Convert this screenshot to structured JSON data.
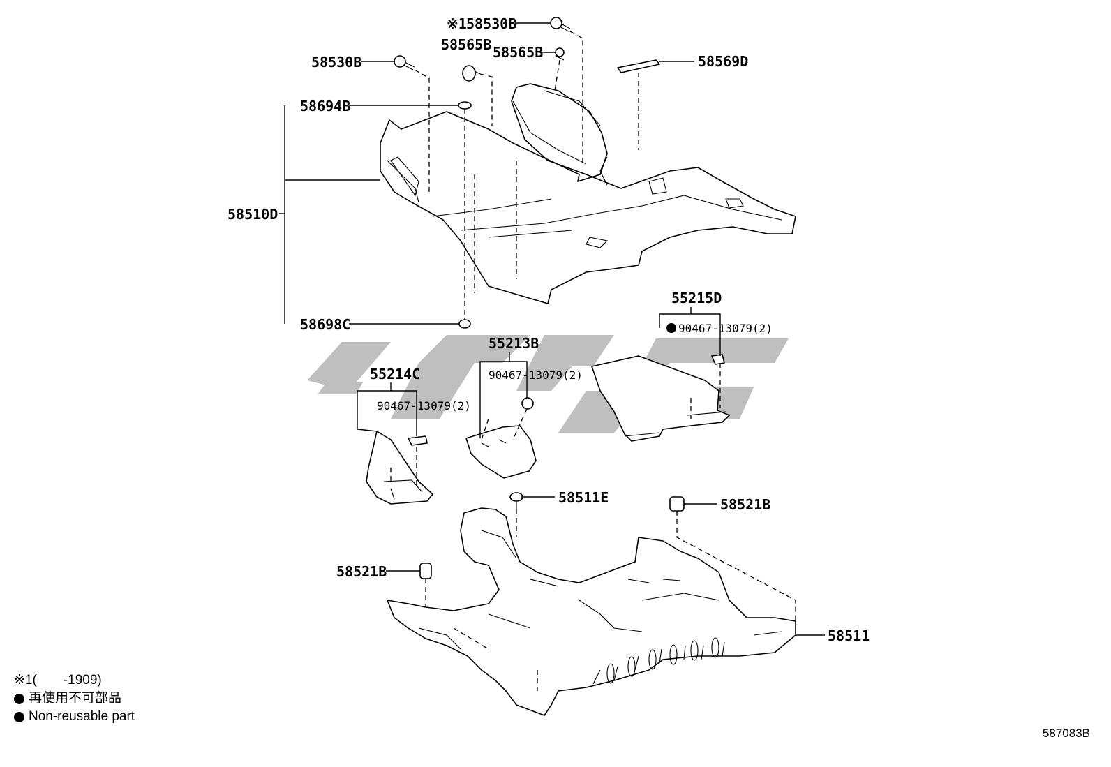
{
  "labels": {
    "p58530b_top": "58530B",
    "p58530b_top_mark": "※1",
    "p58565b_a": "58565B",
    "p58565b_b": "58565B",
    "p58530b_left": "58530B",
    "p58569d": "58569D",
    "p58694b": "58694B",
    "p58510d": "58510D",
    "p58698c": "58698C",
    "p55215d": "55215D",
    "p55215d_clip": "90467-13079(2)",
    "p55213b": "55213B",
    "p55213b_clip": "90467-13079(2)",
    "p55214c": "55214C",
    "p55214c_clip": "90467-13079(2)",
    "p58511e": "58511E",
    "p58521b_right": "58521B",
    "p58521b_left": "58521B",
    "p58511": "58511"
  },
  "legend": {
    "note1": "※1(　　-1909)",
    "non_reusable_jp": "再使用不可部品",
    "non_reusable_en": "Non-reusable part"
  },
  "diagram_code": "587083B",
  "watermark_color": "#b4b4b4"
}
